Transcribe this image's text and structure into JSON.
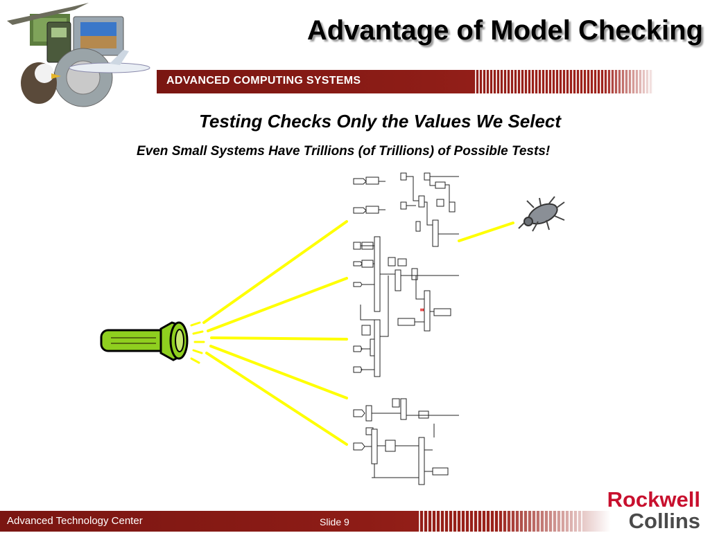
{
  "slide": {
    "title": "Advantage of Model Checking",
    "banner": "ADVANCED COMPUTING SYSTEMS",
    "subtitle": "Testing Checks Only the Values We Select",
    "subtitle2": "Even Small Systems Have Trillions (of Trillions) of Possible Tests!"
  },
  "footer": {
    "left": "Advanced Technology Center",
    "center": "Slide 9"
  },
  "logo": {
    "line1": "Rockwell",
    "line2": "Collins"
  },
  "icons": {
    "flashlight": "flashlight-icon",
    "bug": "bug-icon"
  },
  "colors": {
    "banner_red": "#8e1d17",
    "beam_yellow": "#ffff00",
    "flashlight_green": "#8fcf1f",
    "logo_red": "#c8102e",
    "logo_gray": "#4a4a4a"
  }
}
